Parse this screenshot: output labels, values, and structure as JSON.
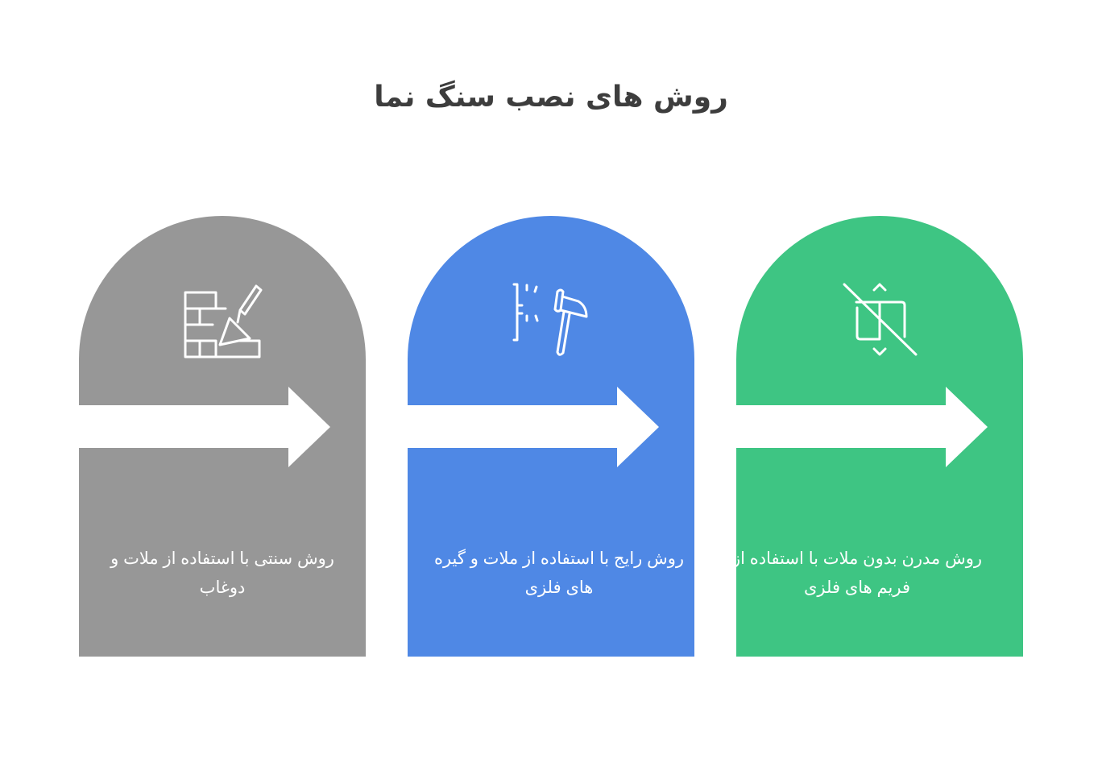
{
  "title": "روش های نصب سنگ نما",
  "colors": {
    "gray": "#979797",
    "blue": "#4f88e5",
    "green": "#3ec583",
    "title": "#3d3d3d"
  },
  "steps": [
    {
      "icon": "brick-wall-trowel-icon",
      "text": "روش سنتی با استفاده از ملات و دوغاب"
    },
    {
      "icon": "hammer-chisel-icon",
      "text": "روش رایج با استفاده از ملات و گیره های فلزی"
    },
    {
      "icon": "no-mortar-frame-icon",
      "text": "روش مدرن بدون ملات با استفاده از فریم های فلزی"
    }
  ]
}
